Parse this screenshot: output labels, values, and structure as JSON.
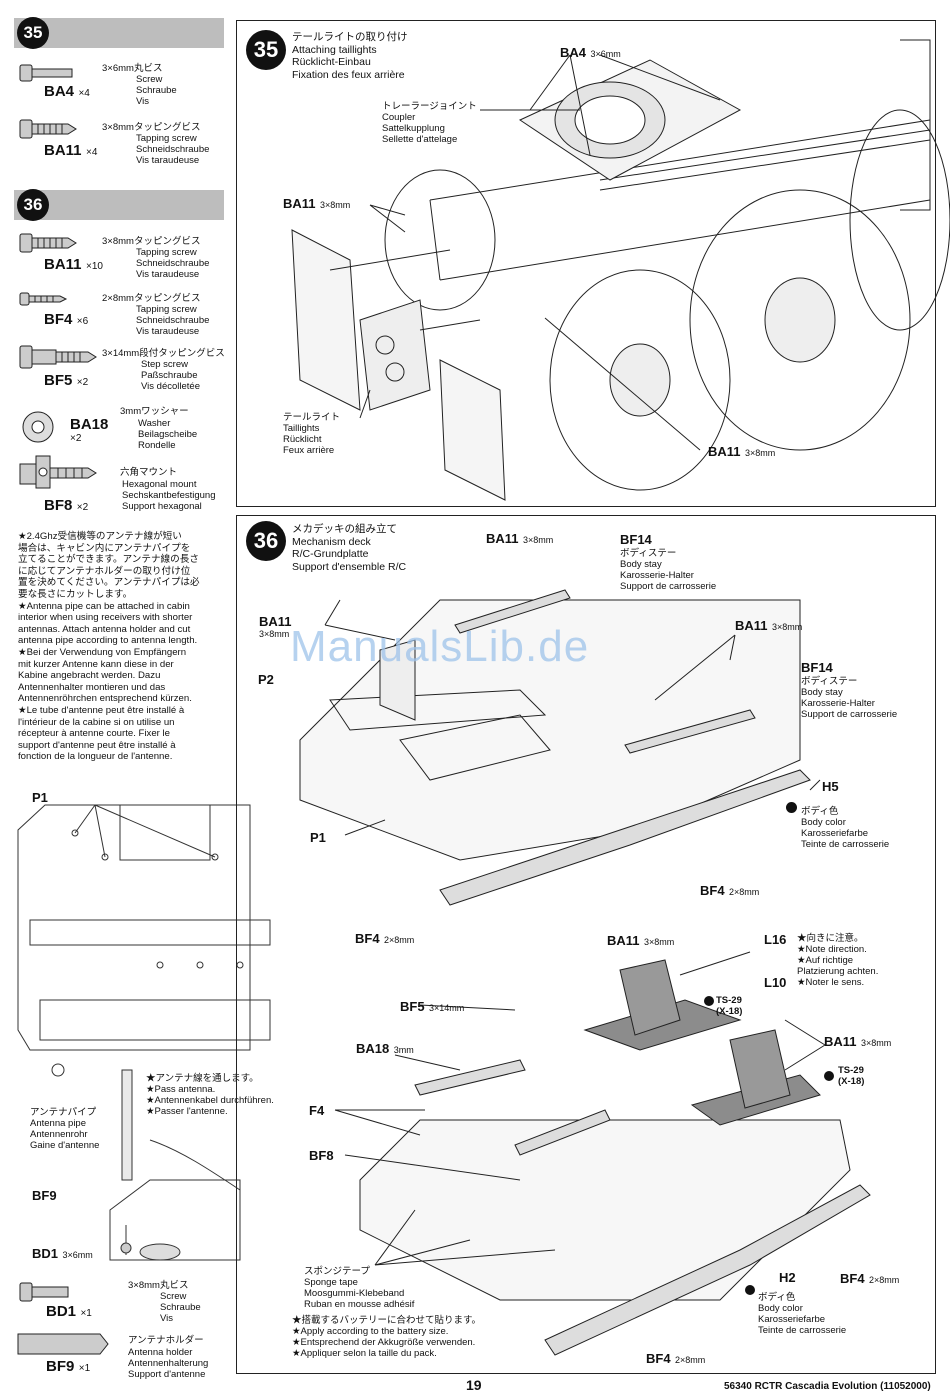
{
  "watermark": "ManualsLib.de",
  "page_number": "19",
  "footer": "56340 RCTR Cascadia Evolution (11052000)",
  "side35": {
    "step": "35",
    "parts": [
      {
        "code": "BA4",
        "qty": "×4",
        "size": "3×6mm丸ビス",
        "desc": [
          "Screw",
          "Schraube",
          "Vis"
        ]
      },
      {
        "code": "BA11",
        "qty": "×4",
        "size": "3×8mmタッピングビス",
        "desc": [
          "Tapping screw",
          "Schneidschraube",
          "Vis taraudeuse"
        ]
      }
    ]
  },
  "side36": {
    "step": "36",
    "parts": [
      {
        "code": "BA11",
        "qty": "×10",
        "size": "3×8mmタッピングビス",
        "desc": [
          "Tapping screw",
          "Schneidschraube",
          "Vis taraudeuse"
        ]
      },
      {
        "code": "BF4",
        "qty": "×6",
        "size": "2×8mmタッピングビス",
        "desc": [
          "Tapping screw",
          "Schneidschraube",
          "Vis taraudeuse"
        ]
      },
      {
        "code": "BF5",
        "qty": "×2",
        "size": "3×14mm段付タッピングビス",
        "desc": [
          "Step screw",
          "Paßschraube",
          "Vis décolletée"
        ]
      },
      {
        "code": "BA18",
        "qty": "×2",
        "size": "3mmワッシャー",
        "desc": [
          "Washer",
          "Beilagscheibe",
          "Rondelle"
        ]
      },
      {
        "code": "BF8",
        "qty": "×2",
        "size": "六角マウント",
        "desc": [
          "Hexagonal mount",
          "Sechskantbefestigung",
          "Support hexagonal"
        ]
      }
    ]
  },
  "antenna_note": {
    "jp": [
      "★2.4Ghz受信機等のアンテナ線が短い",
      "場合は、キャビン内にアンテナパイプを",
      "立てることができます。アンテナ線の長さ",
      "に応じてアンテナホルダーの取り付け位",
      "置を決めてください。アンテナパイプは必",
      "要な長さにカットします。"
    ],
    "en": [
      "★Antenna pipe can be attached in cabin",
      "interior when using receivers with shorter",
      "antennas. Attach antenna holder and cut",
      "antenna pipe according to antenna length."
    ],
    "de": [
      "★Bei der Verwendung von Empfängern",
      "mit kurzer Antenne kann diese in der",
      "Kabine angebracht werden. Dazu",
      "Antennenhalter montieren und das",
      "Antennenröhrchen entsprechend kürzen."
    ],
    "fr": [
      "★Le tube d'antenne peut être installé à",
      "l'intérieur de la cabine si on utilise un",
      "récepteur à antenne courte. Fixer le",
      "support d'antenne peut être installé à",
      "fonction de la longueur de l'antenne."
    ]
  },
  "antenna_diagram": {
    "p1": "P1",
    "pass": [
      "★アンテナ線を通します。",
      "★Pass antenna.",
      "★Antennenkabel durchführen.",
      "★Passer l'antenne."
    ],
    "pipe": [
      "アンテナパイプ",
      "Antenna pipe",
      "Antennenrohr",
      "Gaine d'antenne"
    ],
    "bf9": "BF9",
    "bd1": "BD1",
    "bd1_size": "3×6mm"
  },
  "antenna_parts": [
    {
      "code": "BD1",
      "qty": "×1",
      "size": "3×8mm丸ビス",
      "desc": [
        "Screw",
        "Schraube",
        "Vis"
      ]
    },
    {
      "code": "BF9",
      "qty": "×1",
      "size": "アンテナホルダー",
      "desc": [
        "Antenna holder",
        "Antennenhalterung",
        "Support d'antenne"
      ]
    }
  ],
  "step35": {
    "num": "35",
    "title": [
      "テールライトの取り付け",
      "Attaching taillights",
      "Rücklicht-Einbau",
      "Fixation des feux arrière"
    ],
    "coupler": [
      "トレーラージョイント",
      "Coupler",
      "Sattelkupplung",
      "Sellette d'attelage"
    ],
    "taillights": [
      "テールライト",
      "Taillights",
      "Rücklicht",
      "Feux arrière"
    ],
    "ba4": "BA4",
    "ba4_size": "3×6mm",
    "ba11a": "BA11",
    "ba11a_size": "3×8mm",
    "ba11b": "BA11",
    "ba11b_size": "3×8mm"
  },
  "step36": {
    "num": "36",
    "title": [
      "メカデッキの組み立て",
      "Mechanism deck",
      "R/C-Grundplatte",
      "Support d'ensemble R/C"
    ],
    "ba11_top": "BA11",
    "ba11_top_size": "3×8mm",
    "bf14_a": "BF14",
    "bodystay": [
      "ボディステー",
      "Body stay",
      "Karosserie-Halter",
      "Support de carrosserie"
    ],
    "ba11_left": "BA11",
    "ba11_left_size": "3×8mm",
    "p2": "P2",
    "ba11_mid": "BA11",
    "ba11_mid_size": "3×8mm",
    "bf14_b": "BF14",
    "bodystay_b": [
      "ボディステー",
      "Body stay",
      "Karosserie-Halter",
      "Support de carrosserie"
    ],
    "h5": "H5",
    "bodycolor": [
      "ボディ色",
      "Body color",
      "Karosseriefarbe",
      "Teinte de carrosserie"
    ],
    "p1": "P1",
    "bf4_a": "BF4",
    "bf4_a_size": "2×8mm",
    "bf4_b": "BF4",
    "bf4_b_size": "2×8mm",
    "ba11_c": "BA11",
    "ba11_c_size": "3×8mm",
    "l16": "L16",
    "direction": [
      "★向きに注意。",
      "★Note direction.",
      "★Auf richtige",
      "Platzierung achten.",
      "★Noter le sens."
    ],
    "l10": "L10",
    "ts29_a": [
      "TS-29",
      "(X-18)"
    ],
    "ts29_b": [
      "TS-29",
      "(X-18)"
    ],
    "ba11_d": "BA11",
    "ba11_d_size": "3×8mm",
    "bf5": "BF5",
    "bf5_size": "3×14mm",
    "ba18": "BA18",
    "ba18_size": "3mm",
    "f4": "F4",
    "bf8": "BF8",
    "sponge": [
      "スポンジテープ",
      "Sponge tape",
      "Moosgummi-Klebeband",
      "Ruban en mousse adhésif"
    ],
    "battery": [
      "★搭載するバッテリーに合わせて貼ります。",
      "★Apply according to the battery size.",
      "★Entsprechend der Akkugröße verwenden.",
      "★Appliquer selon la taille du pack."
    ],
    "h2": "H2",
    "bodycolor_b": [
      "ボディ色",
      "Body color",
      "Karosseriefarbe",
      "Teinte de carrosserie"
    ],
    "bf4_c": "BF4",
    "bf4_c_size": "2×8mm",
    "bf4_d": "BF4",
    "bf4_d_size": "2×8mm"
  }
}
